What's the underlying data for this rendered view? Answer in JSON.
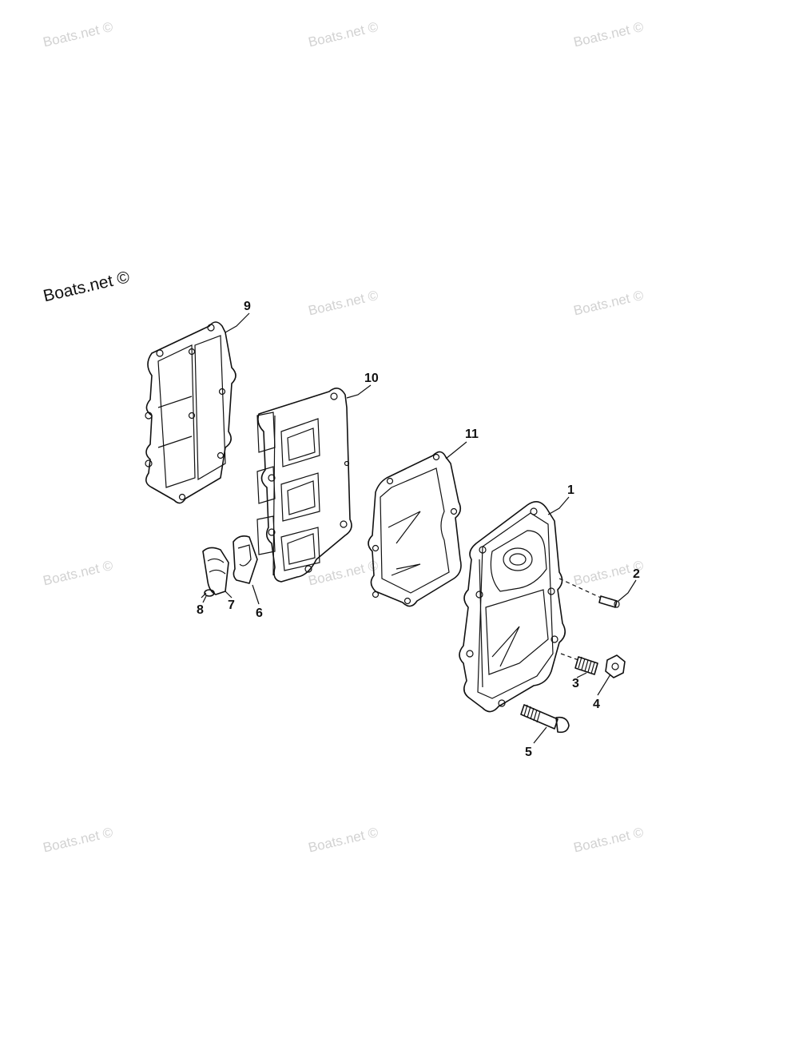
{
  "watermark": {
    "main_text": "Boats.net ©",
    "repeat_text": "Boats.net ©"
  },
  "callouts": [
    "1",
    "2",
    "3",
    "4",
    "5",
    "6",
    "7",
    "8",
    "9",
    "10",
    "11"
  ],
  "colors": {
    "line": "#111111",
    "watermark": "#d2d2d2",
    "background": "#ffffff"
  }
}
